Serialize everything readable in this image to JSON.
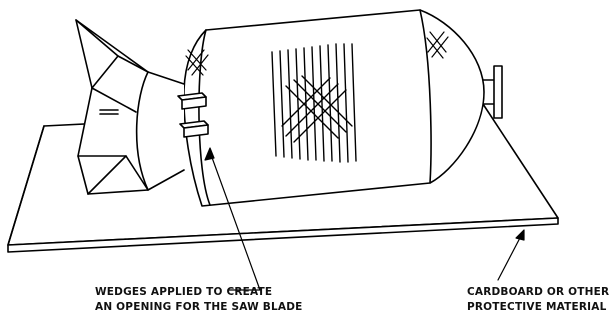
{
  "diagram": {
    "callouts": {
      "wedges": {
        "line1": "WEDGES APPLIED TO CREATE",
        "line2": "AN OPENING FOR THE SAW BLADE"
      },
      "cardboard": {
        "line1": "CARDBOARD OR OTHER",
        "line2": "PROTECTIVE MATERIAL"
      }
    },
    "colors": {
      "stroke": "#000000",
      "background": "#ffffff"
    }
  }
}
